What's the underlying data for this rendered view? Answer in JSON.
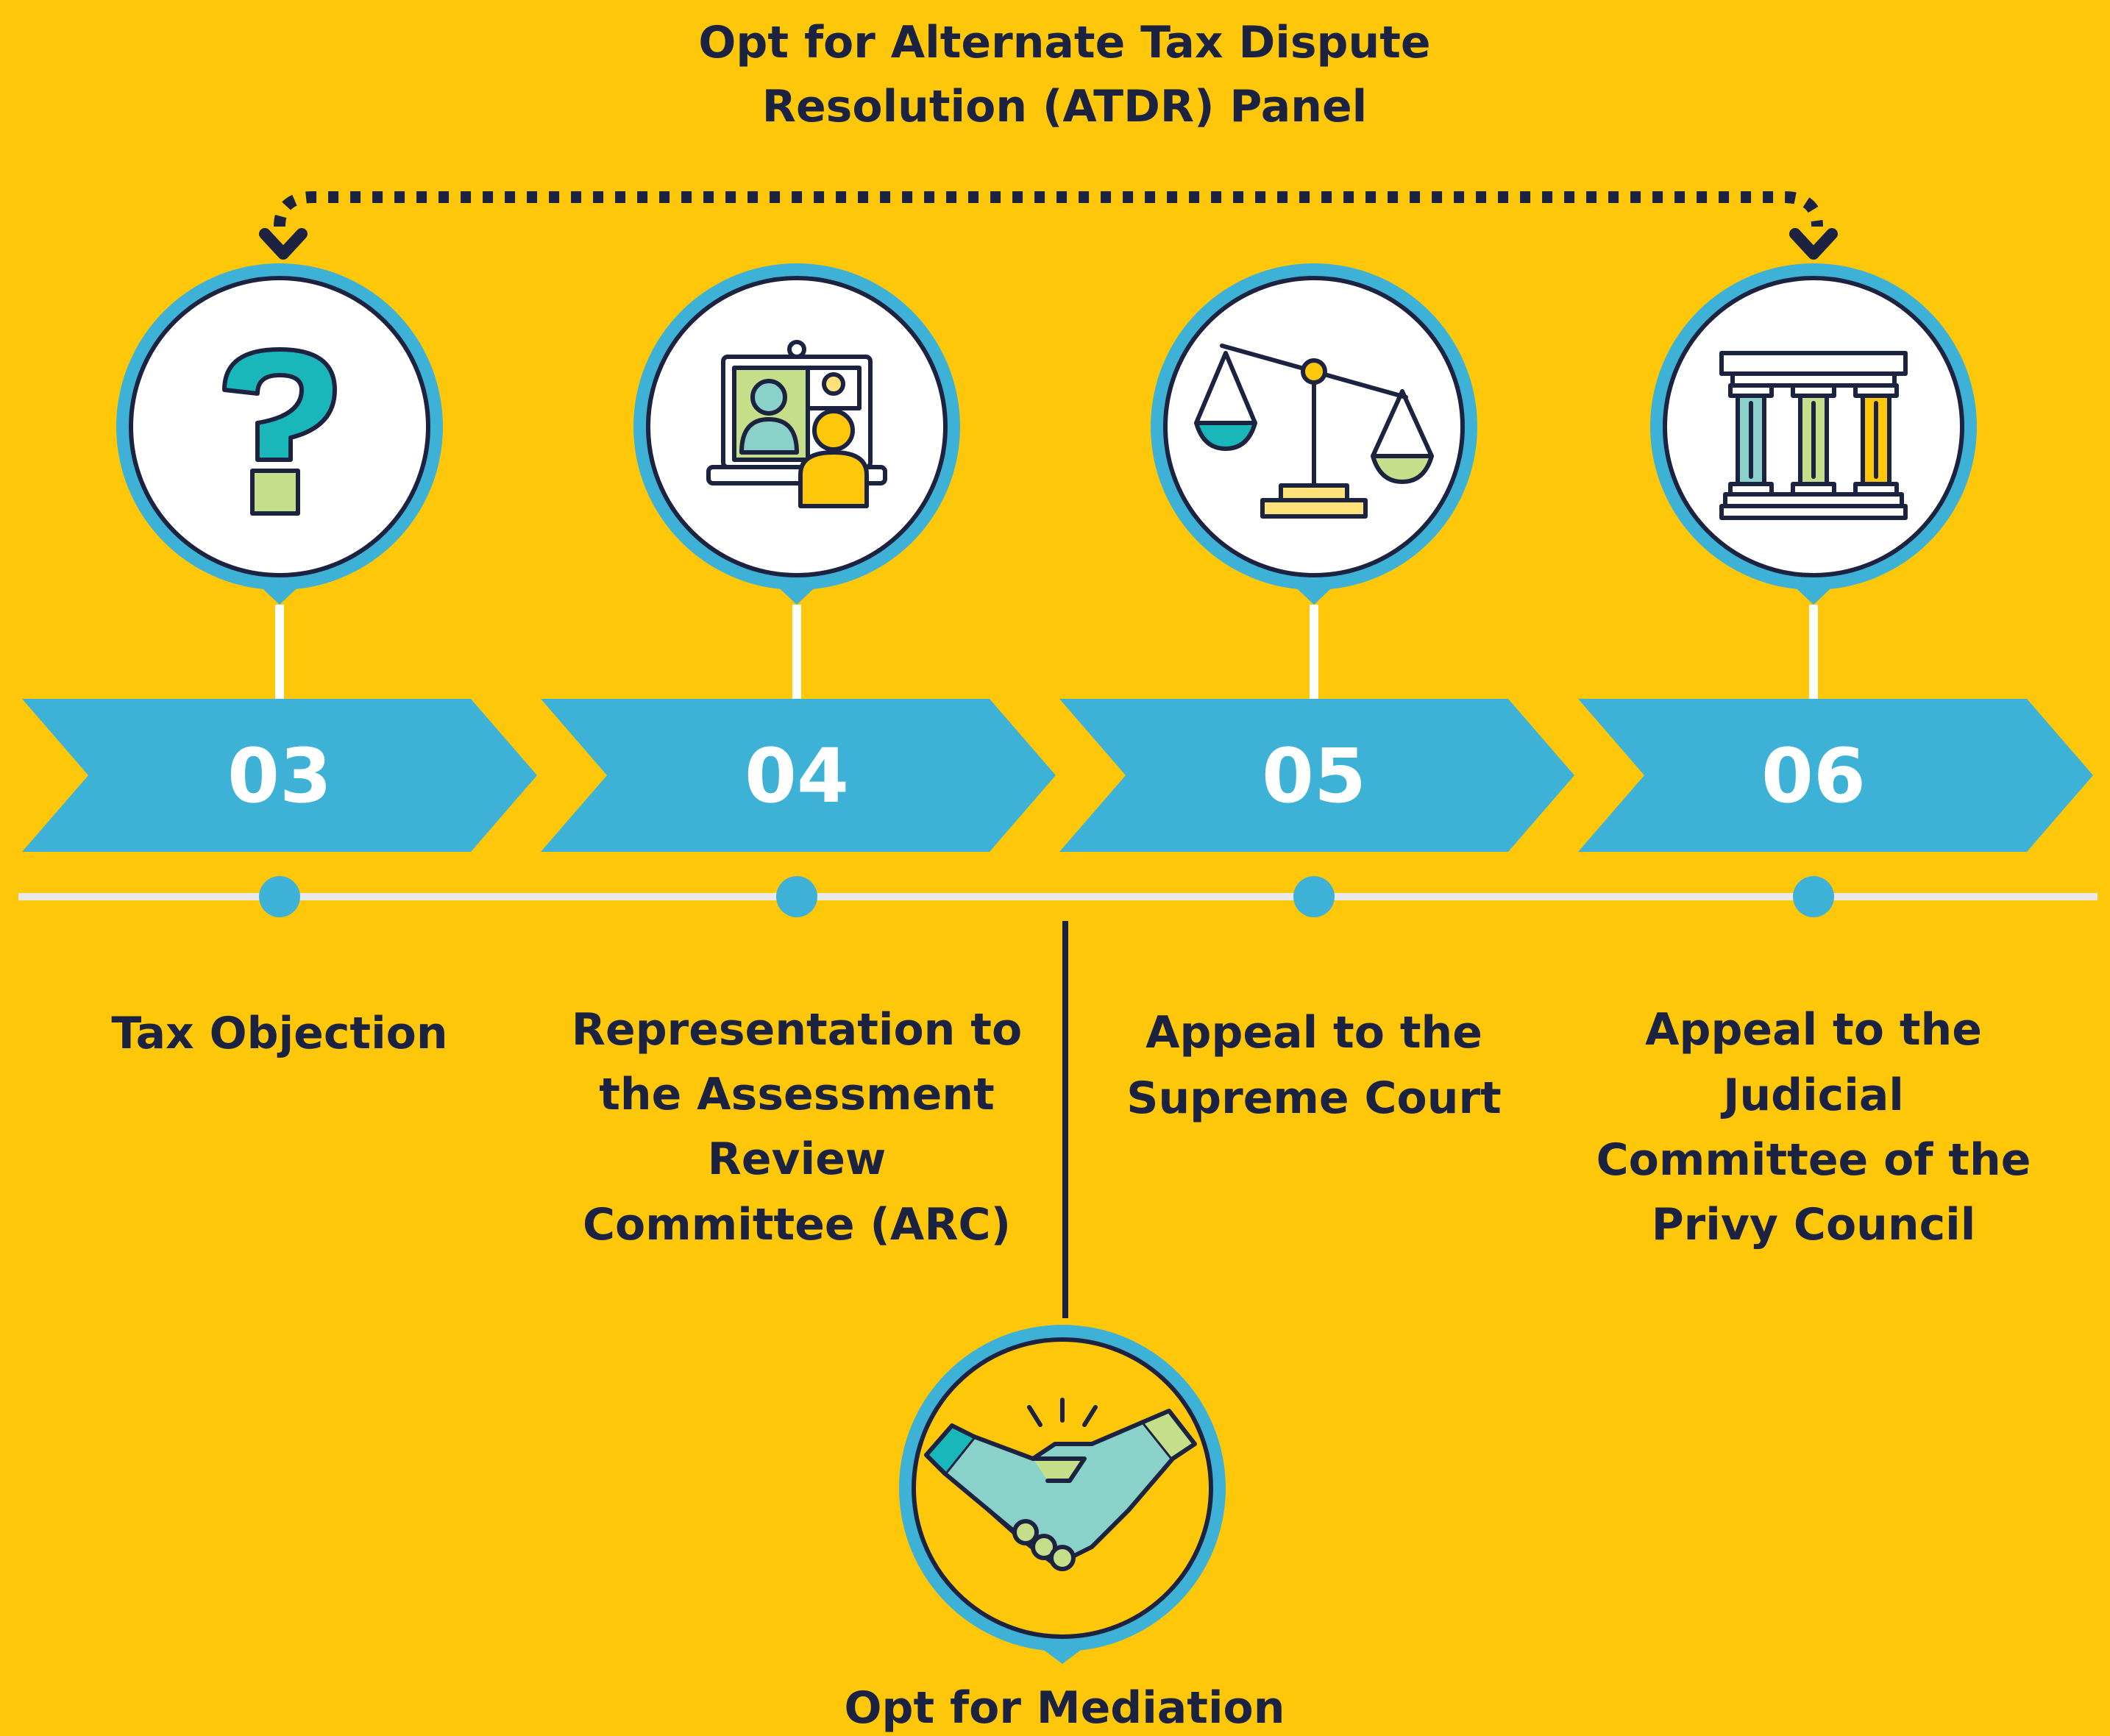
{
  "atdr_label": "Opt for Alternate Tax Dispute Resolution (ATDR) Panel",
  "atdr_lines": [
    "Opt for Alternate Tax Dispute",
    "Resolution (ATDR) Panel"
  ],
  "steps": [
    {
      "number": "03",
      "lines": [
        "Tax Objection"
      ],
      "icon": "question-mark-icon"
    },
    {
      "number": "04",
      "lines": [
        "Representation to",
        "the Assessment",
        "Review",
        "Committee (ARC)"
      ],
      "icon": "video-conference-icon"
    },
    {
      "number": "05",
      "lines": [
        "Appeal to the",
        "Supreme Court"
      ],
      "icon": "balance-scale-icon"
    },
    {
      "number": "06",
      "lines": [
        "Appeal to the",
        "Judicial",
        "Committee of the",
        "Privy Council"
      ],
      "icon": "courthouse-columns-icon"
    }
  ],
  "mediation": {
    "label": "Opt for Mediation",
    "icon": "handshake-icon"
  },
  "colors": {
    "background": "#ffc709",
    "accent_blue": "#3eb1d6",
    "dark": "#1c2340",
    "white": "#ffffff",
    "teal": "#1ab7ba",
    "light_green": "#c5de8a",
    "light_yellow": "#ffe27a"
  }
}
